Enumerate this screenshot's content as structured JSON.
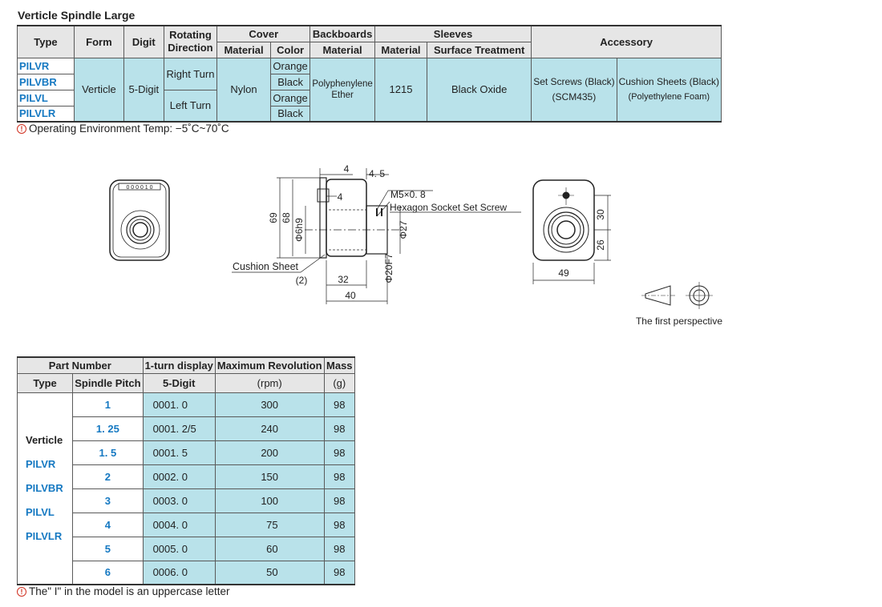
{
  "title": "Verticle Spindle Large",
  "spec_table": {
    "headers": {
      "type": "Type",
      "form": "Form",
      "digit": "Digit",
      "rotating": "Rotating Direction",
      "cover": "Cover",
      "cover_material": "Material",
      "cover_color": "Color",
      "backboards": "Backboards",
      "backboards_material": "Material",
      "sleeves": "Sleeves",
      "sleeves_material": "Material",
      "surface_treatment": "Surface Treatment",
      "accessory": "Accessory"
    },
    "types": [
      "PILVR",
      "PILVBR",
      "PILVL",
      "PILVLR"
    ],
    "form": "Verticle",
    "digit": "5-Digit",
    "rotation": [
      "Right Turn",
      "Left Turn"
    ],
    "cover_material": "Nylon",
    "colors": [
      "Orange",
      "Black",
      "Orange",
      "Black"
    ],
    "backboards_material": "Polyphenylene Ether",
    "sleeve_material": "1215",
    "surface_treatment": "Black Oxide",
    "accessory1": "Set Screws (Black)",
    "accessory1_sub": "(SCM435)",
    "accessory2": "Cushion Sheets (Black)",
    "accessory2_sub": "(Polyethylene Foam)"
  },
  "note1": "Operating Environment Temp: −5˚C~70˚C",
  "drawing": {
    "dim_4a": "4",
    "dim_45": "4. 5",
    "dim_4b": "4",
    "m5": "M5×0. 8",
    "set_screw": "Hexagon Socket Set Screw",
    "dim_69": "69",
    "dim_68": "68",
    "dim_phi6": "Φ6h9",
    "dim_phi27": "Φ27",
    "dim_phi20": "Φ20F7",
    "cushion": "Cushion Sheet",
    "cushion_dim": "(2)",
    "dim_32": "32",
    "dim_40": "40",
    "dim_30": "30",
    "dim_26": "26",
    "dim_49": "49",
    "perspective": "The first perspective",
    "face_text": "0 0 0 0 1 0"
  },
  "part_table": {
    "headers": {
      "part_number": "Part Number",
      "type": "Type",
      "spindle_pitch": "Spindle Pitch",
      "display": "1-turn display",
      "display_sub": "5-Digit",
      "max_rev": "Maximum Revolution",
      "max_rev_sub": "(rpm)",
      "mass": "Mass",
      "mass_sub": "(g)"
    },
    "type_group": [
      "Verticle",
      "PILVR",
      "PILVBR",
      "PILVL",
      "PILVLR"
    ],
    "rows": [
      {
        "pitch": "1",
        "display": "0001. 0",
        "rpm": "300",
        "mass": "98"
      },
      {
        "pitch": "1. 25",
        "display": "0001. 2/5",
        "rpm": "240",
        "mass": "98"
      },
      {
        "pitch": "1. 5",
        "display": "0001. 5",
        "rpm": "200",
        "mass": "98"
      },
      {
        "pitch": "2",
        "display": "0002. 0",
        "rpm": "150",
        "mass": "98"
      },
      {
        "pitch": "3",
        "display": "0003. 0",
        "rpm": "100",
        "mass": "98"
      },
      {
        "pitch": "4",
        "display": "0004. 0",
        "rpm": "75",
        "mass": "98"
      },
      {
        "pitch": "5",
        "display": "0005. 0",
        "rpm": "60",
        "mass": "98"
      },
      {
        "pitch": "6",
        "display": "0006. 0",
        "rpm": "50",
        "mass": "98"
      }
    ]
  },
  "note2": "The\" I\" in the model is an uppercase letter",
  "colors": {
    "cyan": "#b9e2ea",
    "blue_text": "#1679c2",
    "header_gray": "#e6e6e6",
    "note_icon": "#d03020"
  }
}
